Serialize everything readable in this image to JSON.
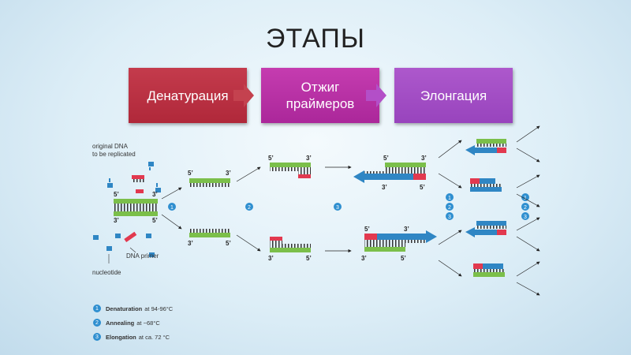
{
  "title": "ЭТАПЫ",
  "stages": [
    {
      "label": "Денатурация"
    },
    {
      "label": "Отжиг праймеров"
    },
    {
      "label": "Элонгация"
    }
  ],
  "diagram": {
    "original_dna_label_1": "original DNA",
    "original_dna_label_2": "to be replicated",
    "primer_label": "DNA primer",
    "nucleotide_label": "nucleotide",
    "prime5": "5’",
    "prime3": "3’",
    "step_numbers": [
      "1",
      "2",
      "3"
    ]
  },
  "legend": [
    {
      "num": "1",
      "term": "Denaturation",
      "rest": "at 94-96°C"
    },
    {
      "num": "2",
      "term": "Annealing",
      "rest": "at ~68°C"
    },
    {
      "num": "3",
      "term": "Elongation",
      "rest": "at ca. 72 °C"
    }
  ],
  "colors": {
    "stage1": "#b82f40",
    "stage2": "#b12da0",
    "stage3": "#a14dc4",
    "arrow": "#c4424f",
    "dna_green": "#7bbf4a",
    "primer_red": "#e2394f",
    "new_strand_blue": "#2f86c4",
    "badge_blue": "#2f8fd0"
  }
}
